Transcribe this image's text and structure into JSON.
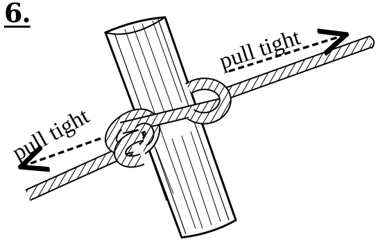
{
  "step": {
    "number": "6."
  },
  "labels": {
    "left": "pull tight",
    "right": "pull tight"
  }
}
